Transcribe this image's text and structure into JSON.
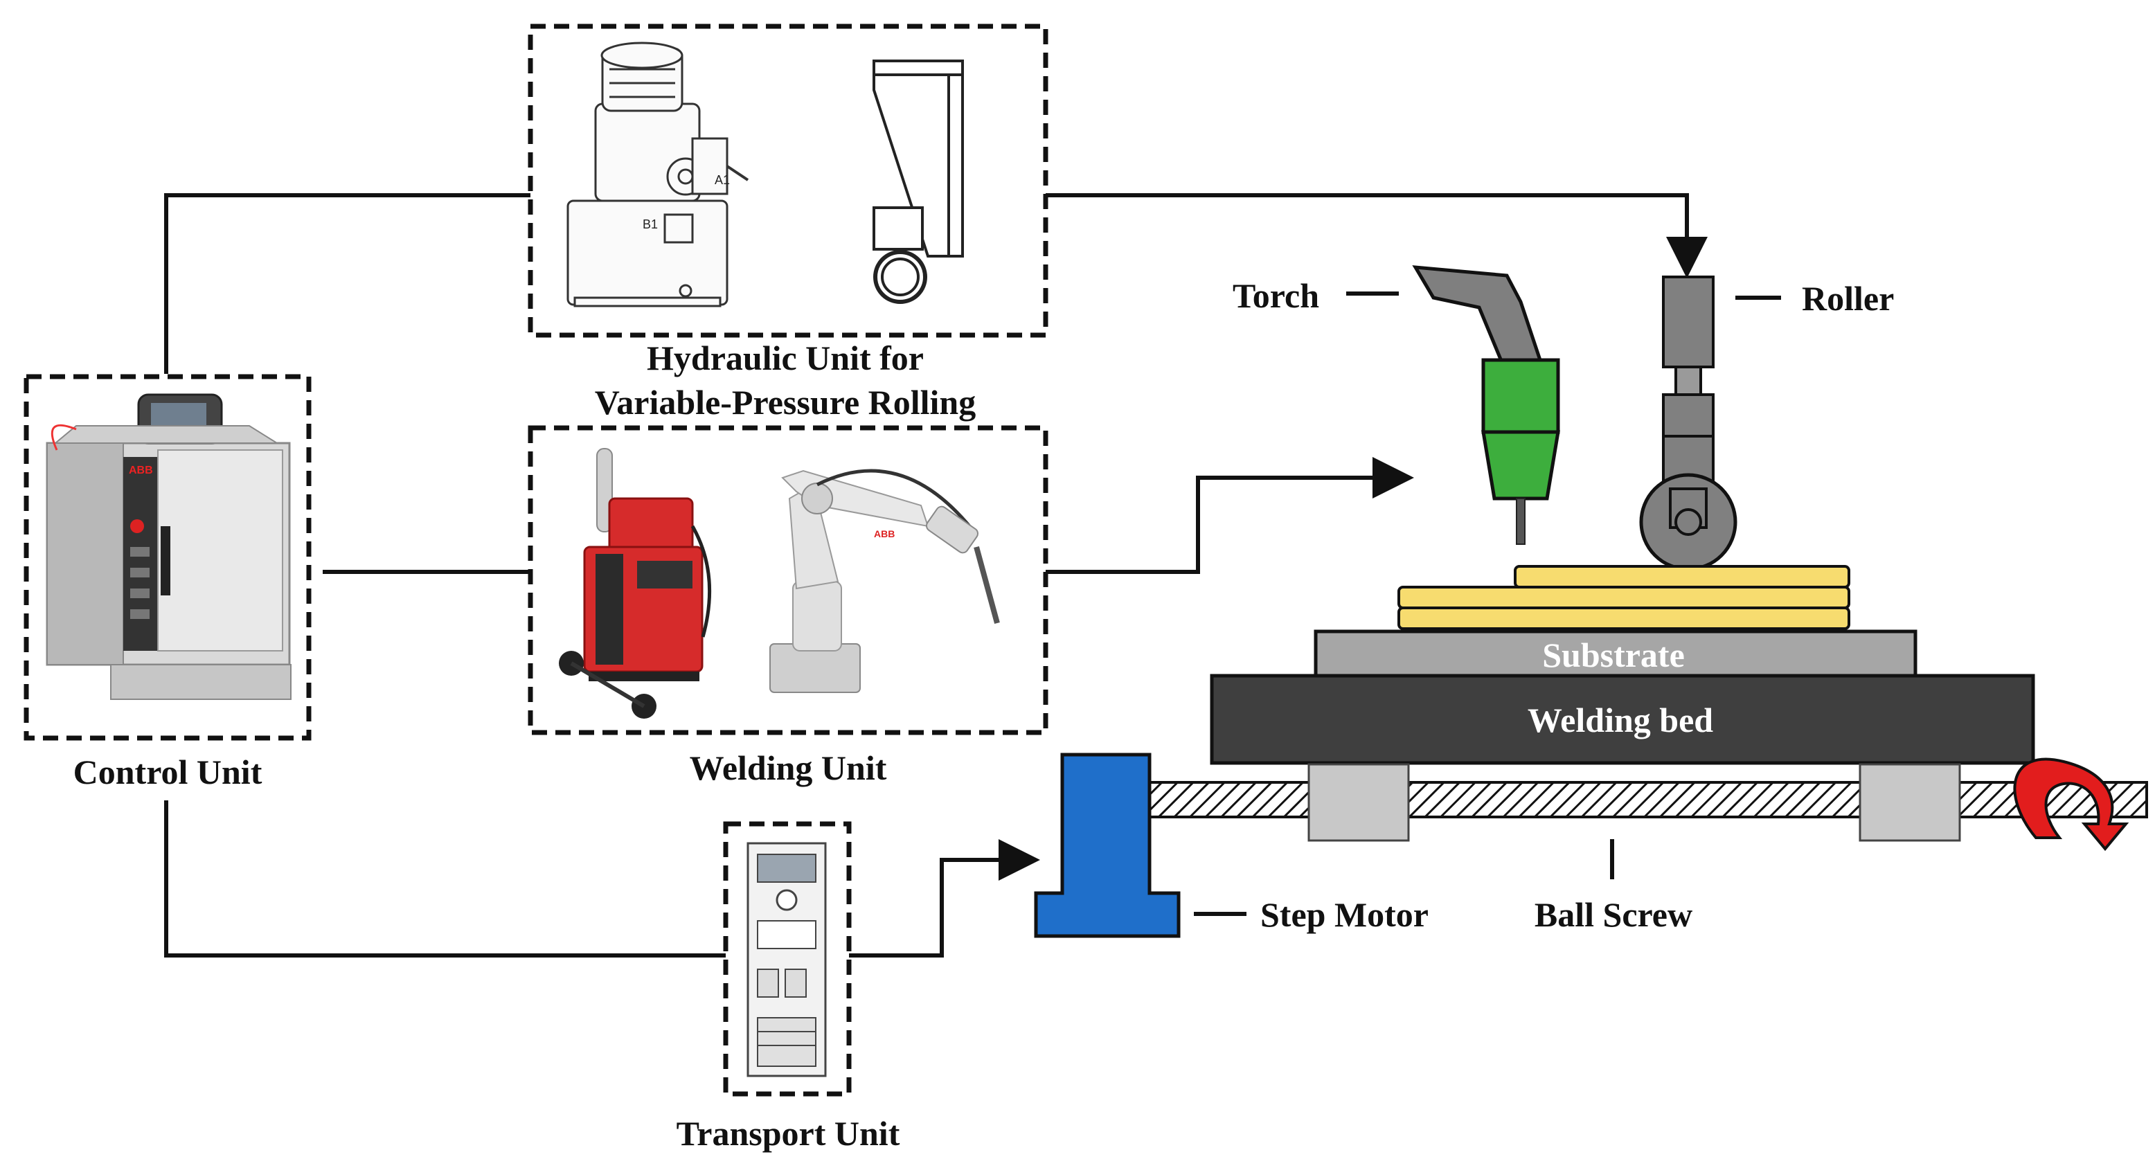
{
  "units": {
    "control": {
      "label": "Control Unit",
      "brand": "ABB"
    },
    "hydraulic": {
      "label_line1": "Hydraulic Unit for",
      "label_line2": "Variable-Pressure Rolling",
      "port_a": "A1",
      "port_b": "B1"
    },
    "welding": {
      "label": "Welding Unit"
    },
    "transport": {
      "label": "Transport Unit"
    }
  },
  "components": {
    "torch": "Torch",
    "roller": "Roller",
    "substrate": "Substrate",
    "welding_bed": "Welding bed",
    "step_motor": "Step Motor",
    "ball_screw": "Ball Screw"
  },
  "colors": {
    "torch_nozzle": "#3dae3d",
    "torch_body": "#7f7f7f",
    "roller": "#808080",
    "deposit_layers": "#f7dc6f",
    "substrate": "#a6a6a6",
    "welding_bed": "#3f3f3f",
    "step_motor": "#1f6fca",
    "ball_screw_supports": "#c8c8c8",
    "rotation_arrow": "#e21d1d"
  }
}
